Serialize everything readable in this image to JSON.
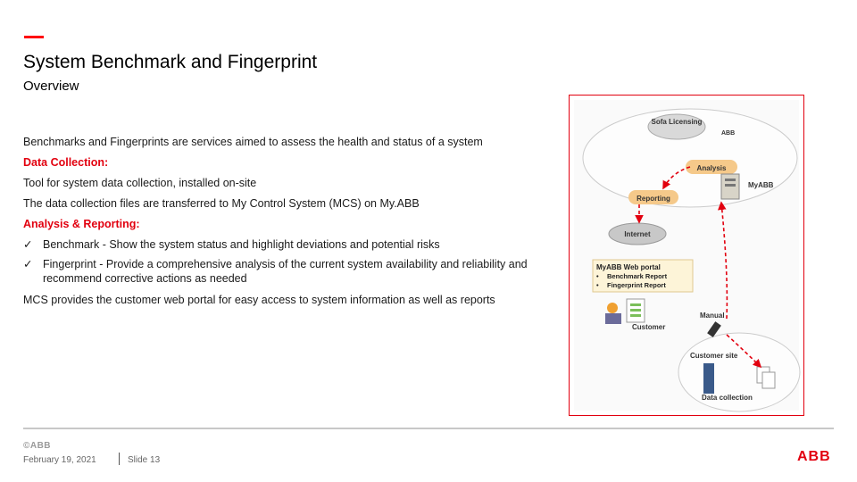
{
  "header": {
    "title": "System Benchmark and Fingerprint",
    "subtitle": "Overview"
  },
  "content": {
    "intro": "Benchmarks and Fingerprints are services aimed to assess the health and status of a system",
    "data_collection_heading": "Data Collection:",
    "data_collection_lines": [
      "Tool for system data collection, installed on-site",
      "The data collection files are transferred to My Control System (MCS) on My.ABB"
    ],
    "analysis_heading": "Analysis & Reporting:",
    "check_mark": "✓",
    "analysis_items": [
      "Benchmark - Show the system status and highlight deviations and potential risks",
      "Fingerprint - Provide a comprehensive analysis of the current system availability and reliability and recommend corrective actions as needed"
    ],
    "closing": "MCS provides the customer web portal for easy access to system information as well as reports"
  },
  "diagram": {
    "sofa_licensing": "Sofa Licensing",
    "abb_label": "ABB",
    "analysis": "Analysis",
    "myabb": "MyABB",
    "reporting": "Reporting",
    "internet": "Internet",
    "portal_title": "MyABB Web portal",
    "portal_items": [
      "Benchmark Report",
      "Fingerprint Report"
    ],
    "manual": "Manual",
    "customer": "Customer",
    "customer_site": "Customer site",
    "data_collection": "Data collection",
    "colors": {
      "pill": "#f5c98a",
      "arrow": "#e2000f",
      "ellipse": "#cccccc"
    }
  },
  "footer": {
    "copyright": "©ABB",
    "date": "February 19, 2021",
    "slide": "Slide 13",
    "logo": "ABB"
  },
  "colors": {
    "accent": "#ff000f",
    "heading_red": "#e2000f"
  }
}
